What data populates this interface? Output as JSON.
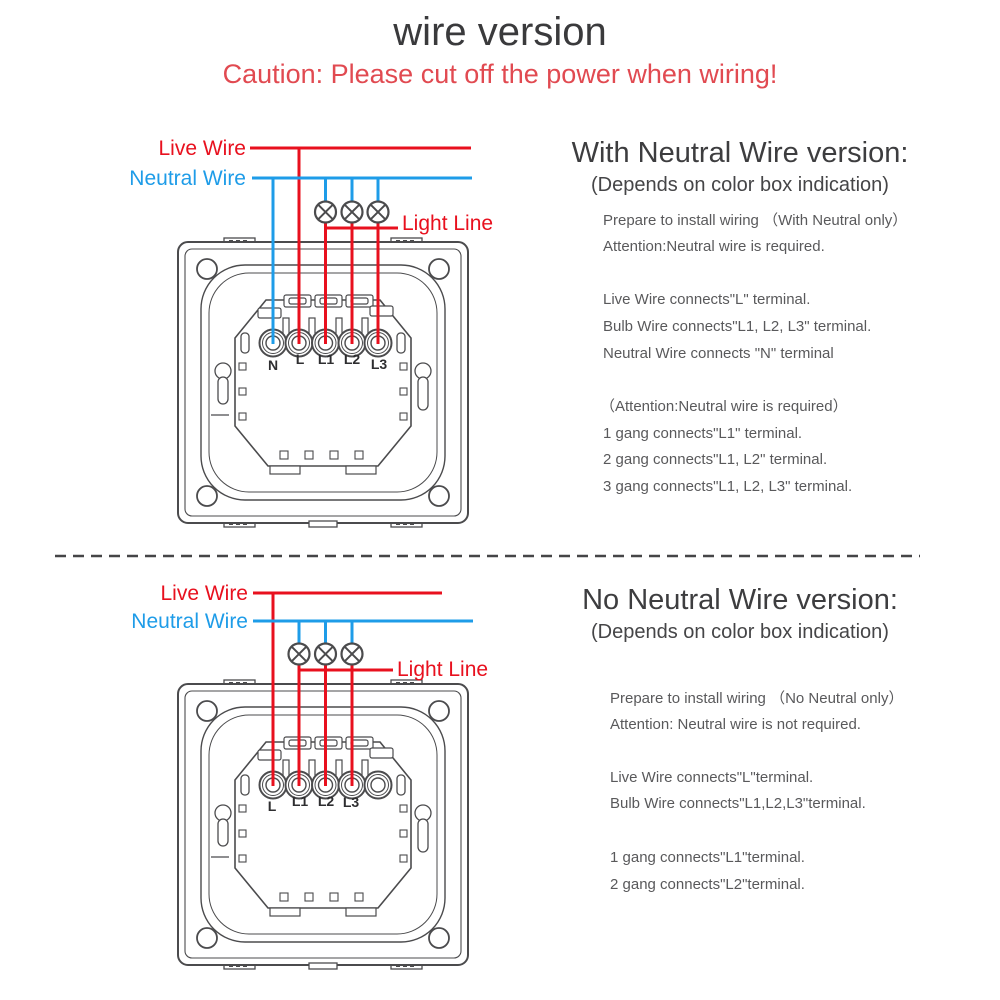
{
  "header": {
    "title": "wire version",
    "caution": "Caution: Please cut off the power when wiring!"
  },
  "colors": {
    "live_wire_red": "#e8101e",
    "neutral_wire_blue": "#1e9ce8",
    "caution_red": "#e14a51",
    "heading_gray": "#3d3d3f",
    "body_gray": "#59595b",
    "device_line_gray": "#4b4b4d"
  },
  "top_section": {
    "wire_labels": {
      "live": "Live Wire",
      "neutral": "Neutral Wire",
      "light": "Light Line"
    },
    "terminals": [
      "N",
      "L",
      "L1",
      "L2",
      "L3"
    ],
    "heading": "With Neutral Wire version:",
    "subheading": "(Depends on color box indication)",
    "body": [
      "Prepare to install wiring （With Neutral only）",
      "Attention:Neutral wire is required.",
      "Live Wire connects\"L\" terminal.",
      "Bulb Wire connects\"L1, L2, L3\" terminal.",
      "Neutral Wire connects \"N\" terminal",
      "（Attention:Neutral wire is required）",
      "1 gang connects\"L1\" terminal.",
      "2 gang connects\"L1, L2\" terminal.",
      "3 gang connects\"L1, L2, L3\" terminal."
    ]
  },
  "bottom_section": {
    "wire_labels": {
      "live": "Live Wire",
      "neutral": "Neutral Wire",
      "light": "Light Line"
    },
    "terminals": [
      "L",
      "L1",
      "L2",
      "L3"
    ],
    "heading": "No Neutral Wire version:",
    "subheading": "(Depends on color box indication)",
    "body": [
      "Prepare to install wiring （No Neutral only）",
      "Attention: Neutral wire is not required.",
      "Live Wire connects\"L\"terminal.",
      "Bulb Wire connects\"L1,L2,L3\"terminal.",
      "1 gang connects\"L1\"terminal.",
      "2 gang connects\"L2\"terminal."
    ]
  }
}
